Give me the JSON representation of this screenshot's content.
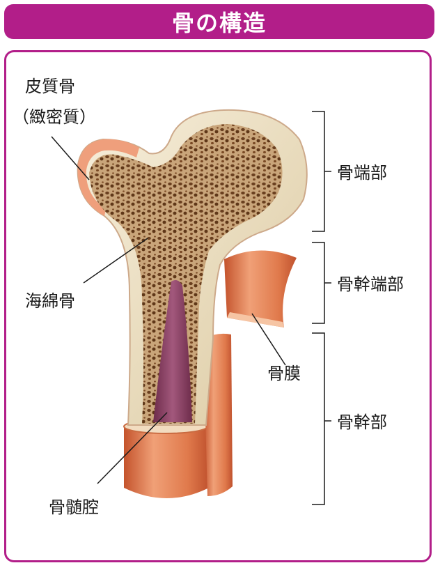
{
  "title": "骨の構造",
  "colors": {
    "accent": "#b21e89",
    "periosteum": "#e07a4c",
    "bone": "#efe2c4",
    "marrow": "#8a3f63"
  },
  "labels": {
    "cortical": "皮質骨",
    "cortical_sub": "（緻密質）",
    "cancellous": "海綿骨",
    "marrow_cavity": "骨髄腔",
    "epiphysis": "骨端部",
    "metaphysis": "骨幹端部",
    "periosteum": "骨膜",
    "diaphysis": "骨幹部"
  }
}
